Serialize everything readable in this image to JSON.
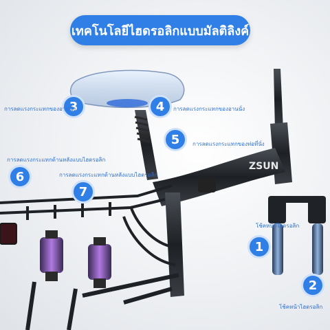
{
  "title": "เทคโนโลยีไฮดรอลิกแบบมัลติลิงค์",
  "brand": "ZSUN",
  "accent_color": "#2f7fe6",
  "callouts": [
    {
      "number": "1",
      "label": "โช้คหน้าไฮดรอลิก"
    },
    {
      "number": "2",
      "label": "โช้คหน้าไฮดรอลิก"
    },
    {
      "number": "3",
      "label": "การลดแรงกระแทกของอานนั่ง"
    },
    {
      "number": "4",
      "label": "การลดแรงกระแทกของอานนั่ง"
    },
    {
      "number": "5",
      "label": "การลดแรงกระแทกของท่อที่นั่ง"
    },
    {
      "number": "6",
      "label": "การลดแรงกระแทกด้านหลังแบบไฮดรอลิก"
    },
    {
      "number": "7",
      "label": "การลดแรงกระแทกด้านหลังแบบไฮดรอลิก"
    }
  ]
}
